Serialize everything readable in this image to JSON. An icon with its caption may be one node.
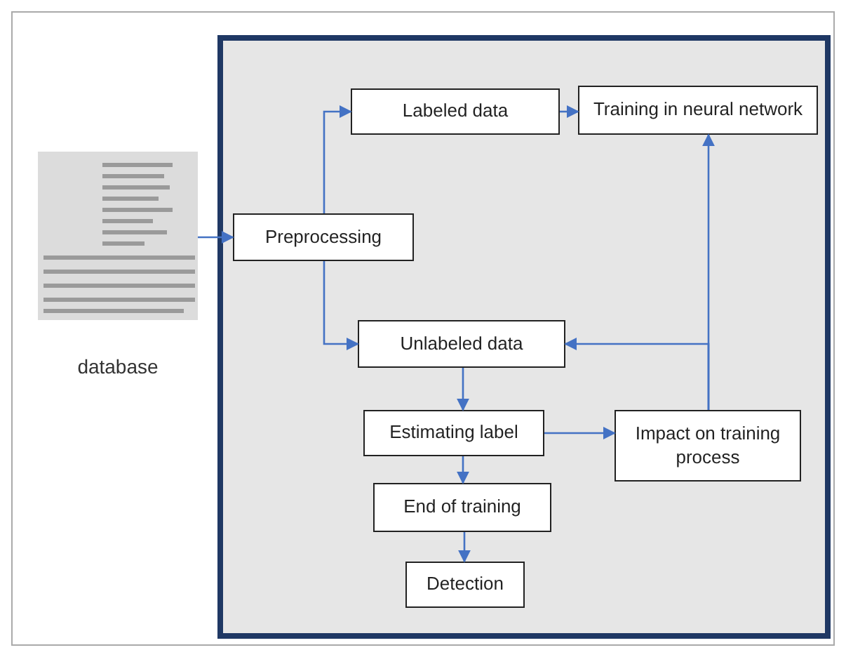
{
  "diagram": {
    "nodes": [
      {
        "text": [],
        "shape": "box"
      },
      {
        "text": [],
        "shape": "picture",
        "beside": [
          "database"
        ]
      },
      {
        "text": [
          "Preprocessing"
        ],
        "in": 0
      },
      {
        "text": [
          "Labeled data"
        ],
        "in": 0
      },
      {
        "text": [
          "Training in neural network"
        ],
        "in": 0
      },
      {
        "text": [
          "Unlabeled data"
        ],
        "in": 0
      },
      {
        "text": [
          "Estimating label"
        ],
        "in": 0
      },
      {
        "text": [
          "Impact on training process"
        ],
        "in": 0
      },
      {
        "text": [
          "End of training"
        ],
        "in": 0
      },
      {
        "text": [
          "Detection"
        ],
        "in": 0
      }
    ],
    "edges": [
      {
        "from": 1,
        "to": 2,
        "arrow": "to"
      },
      {
        "from": 2,
        "to": 3,
        "arrow": "to"
      },
      {
        "from": 2,
        "to": 5,
        "arrow": "to"
      },
      {
        "from": 3,
        "to": 4,
        "arrow": "to"
      },
      {
        "from": 7,
        "to": 4,
        "arrow": "to"
      },
      {
        "from": 7,
        "to": 5,
        "arrow": "to"
      },
      {
        "from": 5,
        "to": 6,
        "arrow": "to"
      },
      {
        "from": 6,
        "to": 7,
        "arrow": "to"
      },
      {
        "from": 6,
        "to": 8,
        "arrow": "to"
      },
      {
        "from": 8,
        "to": 9,
        "arrow": "to"
      }
    ]
  }
}
